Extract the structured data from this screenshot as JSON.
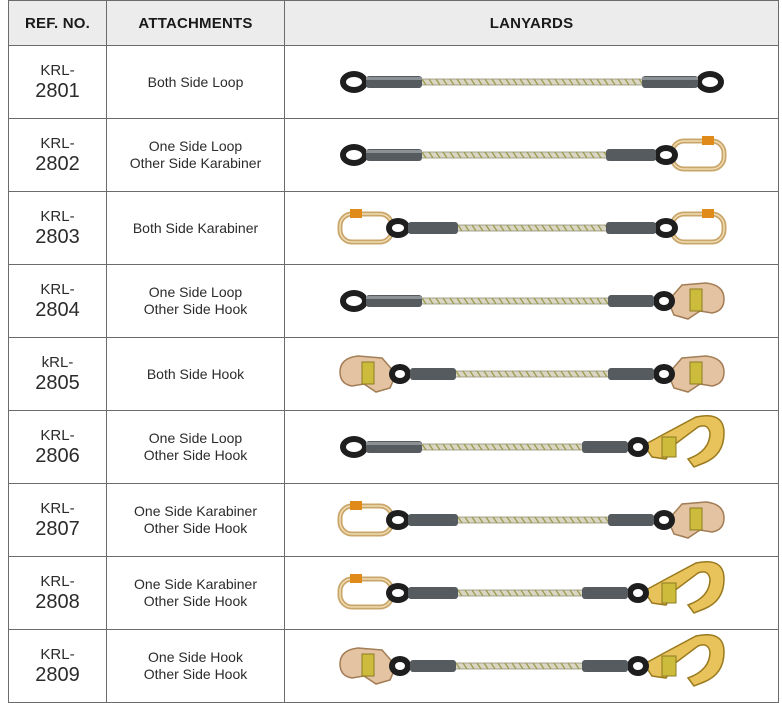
{
  "header": {
    "ref": "REF. NO.",
    "attachments": "ATTACHMENTS",
    "lanyards": "LANYARDS"
  },
  "rows": [
    {
      "prefix": "KRL-",
      "number": "2801",
      "attachment": [
        "Both Side Loop"
      ],
      "left": "loop",
      "right": "loop"
    },
    {
      "prefix": "KRL-",
      "number": "2802",
      "attachment": [
        "One Side Loop",
        "Other Side Karabiner"
      ],
      "left": "loop",
      "right": "karabiner"
    },
    {
      "prefix": "KRL-",
      "number": "2803",
      "attachment": [
        "Both Side Karabiner"
      ],
      "left": "karabiner",
      "right": "karabiner"
    },
    {
      "prefix": "KRL-",
      "number": "2804",
      "attachment": [
        "One Side Loop",
        "Other Side Hook"
      ],
      "left": "loop",
      "right": "snap-hook"
    },
    {
      "prefix": "kRL-",
      "number": "2805",
      "attachment": [
        "Both Side Hook"
      ],
      "left": "snap-hook",
      "right": "snap-hook"
    },
    {
      "prefix": "KRL-",
      "number": "2806",
      "attachment": [
        "One Side Loop",
        "Other Side Hook"
      ],
      "left": "loop",
      "right": "scaffold-hook"
    },
    {
      "prefix": "KRL-",
      "number": "2807",
      "attachment": [
        "One Side Karabiner",
        "Other Side Hook"
      ],
      "left": "karabiner",
      "right": "snap-hook"
    },
    {
      "prefix": "KRL-",
      "number": "2808",
      "attachment": [
        "One Side Karabiner",
        "Other Side Hook"
      ],
      "left": "karabiner",
      "right": "scaffold-hook"
    },
    {
      "prefix": "KRL-",
      "number": "2809",
      "attachment": [
        "One Side Hook",
        "Other Side Hook"
      ],
      "left": "snap-hook",
      "right": "scaffold-hook"
    }
  ]
}
